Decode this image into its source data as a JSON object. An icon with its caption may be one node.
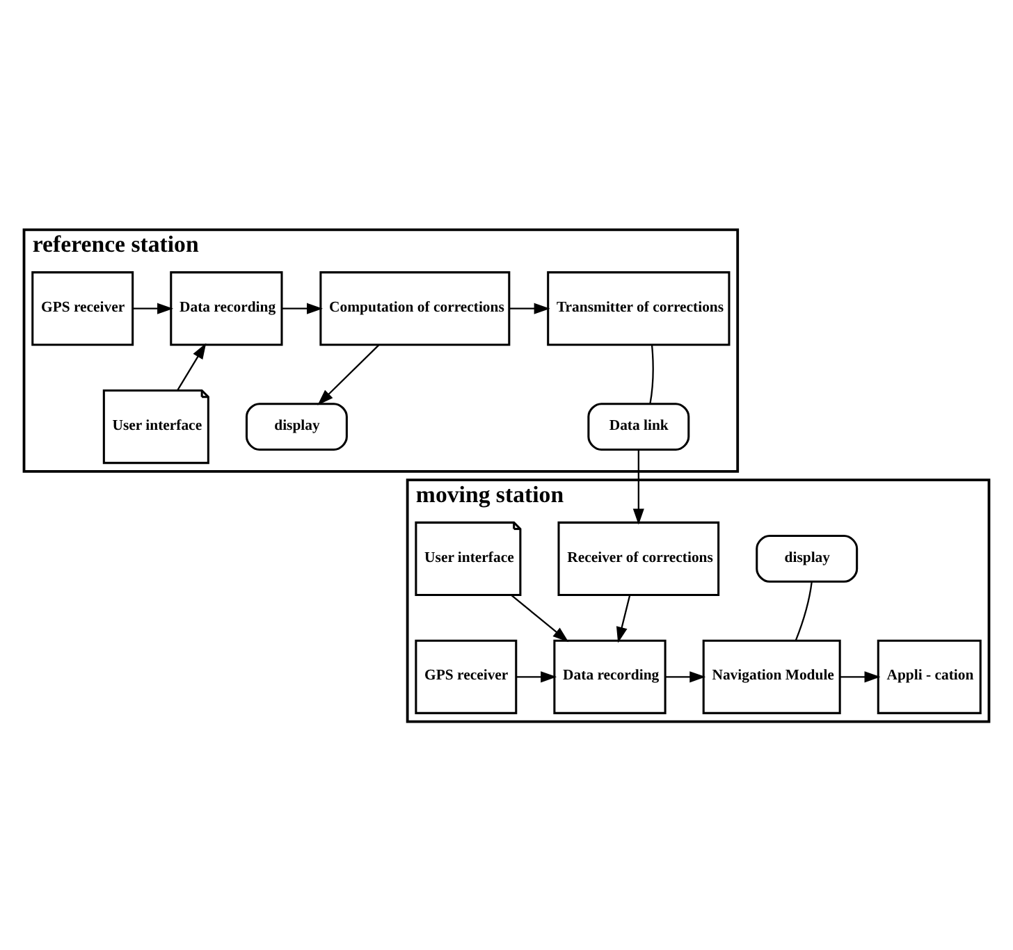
{
  "diagram": {
    "nodes": [
      {
        "text": [
          "reference station"
        ]
      },
      {
        "text": [
          "GPS receiver"
        ],
        "in": 0
      },
      {
        "text": [
          "Data recording"
        ],
        "in": 0
      },
      {
        "text": [
          "Computation of corrections"
        ],
        "in": 0
      },
      {
        "text": [
          "Transmitter of corrections"
        ],
        "in": 0
      },
      {
        "text": [
          "User interface"
        ],
        "in": 0
      },
      {
        "text": [
          "display"
        ],
        "in": 0
      },
      {
        "text": [
          "Data link"
        ],
        "in": 0
      },
      {
        "text": [
          "moving station"
        ]
      },
      {
        "text": [
          "User interface"
        ],
        "in": 8
      },
      {
        "text": [
          "display"
        ],
        "in": 8
      },
      {
        "text": [
          "Receiver of corrections"
        ],
        "in": 8
      },
      {
        "text": [
          "GPS receiver"
        ],
        "in": 8
      },
      {
        "text": [
          "Data recording"
        ],
        "in": 8
      },
      {
        "text": [
          "Navigation Module"
        ],
        "in": 8
      },
      {
        "text": [
          "Appli - cation"
        ],
        "in": 8
      }
    ],
    "edges": [
      {
        "from": 1,
        "to": 2,
        "arrow": "to"
      },
      {
        "from": 2,
        "to": 3,
        "arrow": "to"
      },
      {
        "from": 3,
        "to": 4,
        "arrow": "to"
      },
      {
        "from": 5,
        "to": 2,
        "arrow": "to"
      },
      {
        "from": 3,
        "to": 6,
        "arrow": "to"
      },
      {
        "from": 4,
        "to": 7,
        "arrow": "none"
      },
      {
        "from": 7,
        "to": 11,
        "arrow": "to"
      },
      {
        "from": 11,
        "to": 13,
        "arrow": "to"
      },
      {
        "from": 9,
        "to": 13,
        "arrow": "to"
      },
      {
        "from": 12,
        "to": 13,
        "arrow": "to"
      },
      {
        "from": 13,
        "to": 14,
        "arrow": "to"
      },
      {
        "from": 14,
        "to": 10,
        "arrow": "none"
      },
      {
        "from": 14,
        "to": 15,
        "arrow": "to"
      }
    ]
  }
}
